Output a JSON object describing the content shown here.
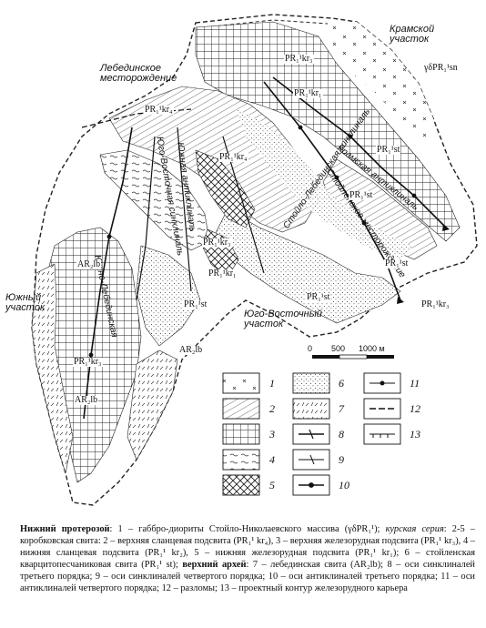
{
  "map": {
    "labels": {
      "kramskoy": "Крамской участок",
      "lebedinskoe": "Лебединское месторождение",
      "yuzhny": "Южный участок",
      "yugo_vostochny": "Юго-Восточный участок"
    },
    "units": {
      "gabbro": "γδPR₁¹sn",
      "kr3_a": "PR₁¹kr₃",
      "kr3_b": "PR₁¹kr₃",
      "kr4_a": "PR₁¹kr₄",
      "kr4_b": "PR₁¹kr₄",
      "kr3_c": "PR₁¹kr₃",
      "kr1_a": "PR₁¹kr₁",
      "kr1_b": "PR₁¹kr₁",
      "st_a": "PR₁¹st",
      "st_b": "PR₁¹st",
      "st_c": "PR₁¹st",
      "st_d": "PR₁¹st",
      "st_e": "PR₁¹st",
      "ar_a": "AR₂lb",
      "ar_b": "AR₂lb",
      "ar_c": "AR₂lb",
      "kr3_d": "PR₁¹kr₃"
    },
    "structure_names": {
      "stoylo": "Стойло-Лебединская синклиналь",
      "yugo_vost": "Юго-Восточная синклиналь",
      "yuzhno_leb": "Южно-Лебединская",
      "yuzhnaya": "Южная антиклиналь",
      "kramskaya": "Крамская антиклиналь",
      "stoylo_mest": "Стойленское месторождение"
    },
    "scale": {
      "t0": "0",
      "t1": "500",
      "t2": "1000 м"
    }
  },
  "legend": {
    "items": [
      "1",
      "2",
      "3",
      "4",
      "5",
      "6",
      "7",
      "8",
      "9",
      "10",
      "11",
      "12",
      "13"
    ]
  },
  "caption": {
    "p1_bold": "Нижний протерозой",
    "p1": ": 1 – габбро-диориты Стойло-Николаевского массива (γδPR₁¹); ",
    "p1_italic": "курская серия",
    "p2": ": 2-5 – коробковская свита: 2 – верхняя сланцевая подсвита (PR₁¹ kr₄), 3 – верхняя железорудная подсвита (PR₁¹ kr₃), 4 – нижняя сланцевая подсвита (PR₁¹ kr₂), 5 – нижняя железорудная подсвита (PR₁¹ kr₁); 6 – стойленская кварцитопесчаниковая свита (PR₁¹ st); ",
    "p2_bold": "верхний архей",
    "p3": ": 7 – лебединская свита (AR₂lb); 8 – оси синклиналей третьего порядка; 9 – оси синклиналей четвертого порядка; 10 – оси антиклиналей третьего порядка; 11 – оси антиклиналей четвертого порядка; 12 – разломы; 13 – проектный контур железорудного карьера"
  }
}
